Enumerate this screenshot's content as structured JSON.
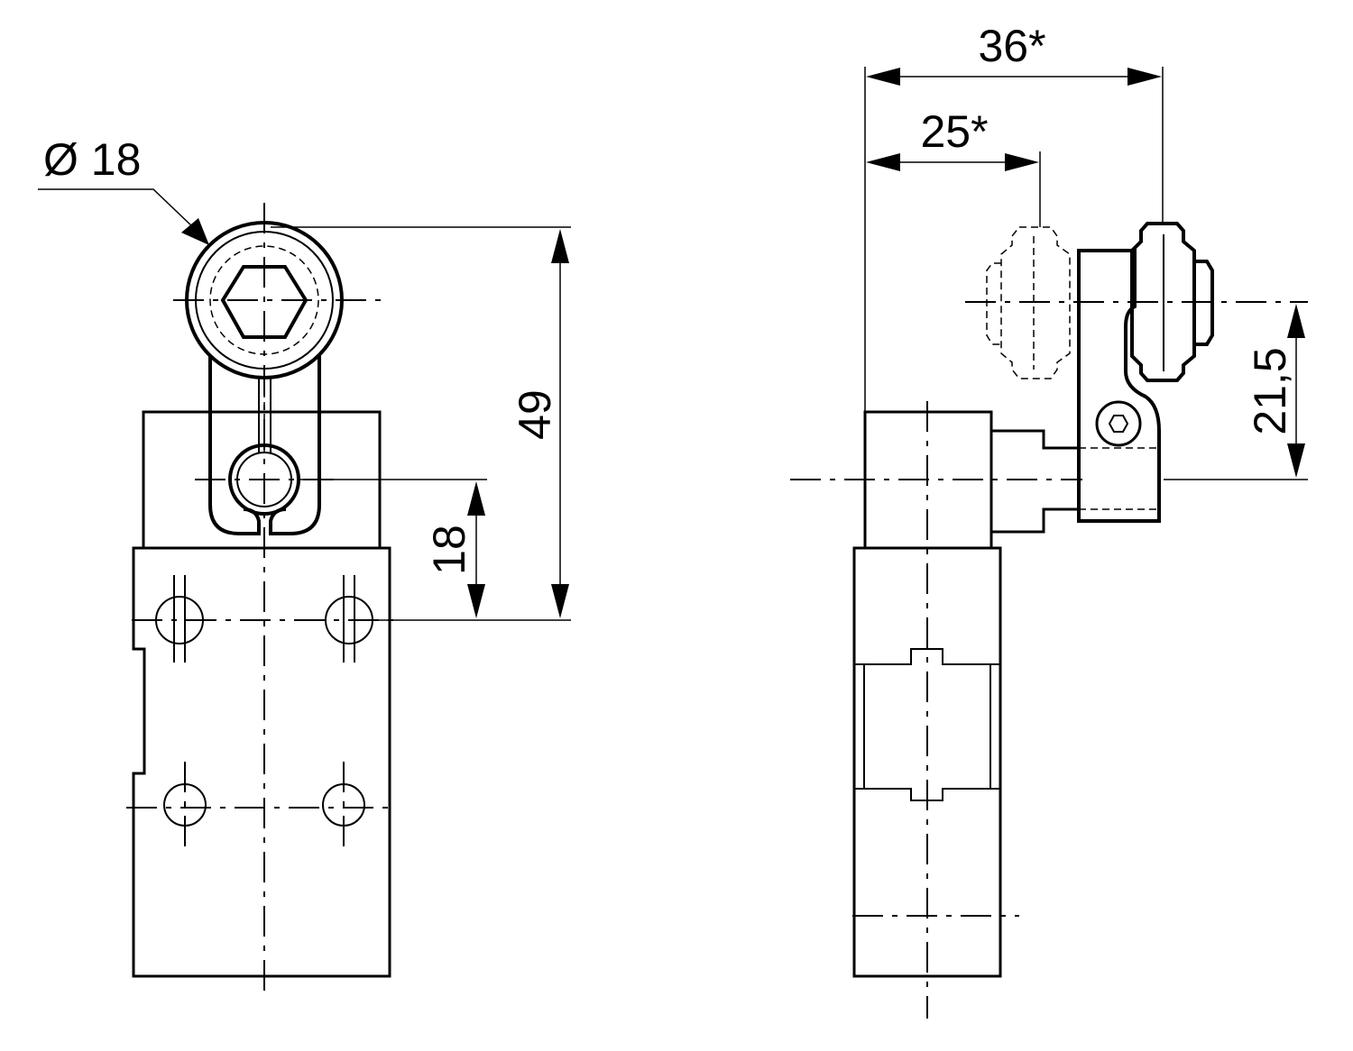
{
  "dimensions": {
    "roller_diameter": "Ø 18",
    "overall_height": "49",
    "pivot_height": "18",
    "max_reach": "36*",
    "min_reach": "25*",
    "roller_offset": "21,5"
  }
}
